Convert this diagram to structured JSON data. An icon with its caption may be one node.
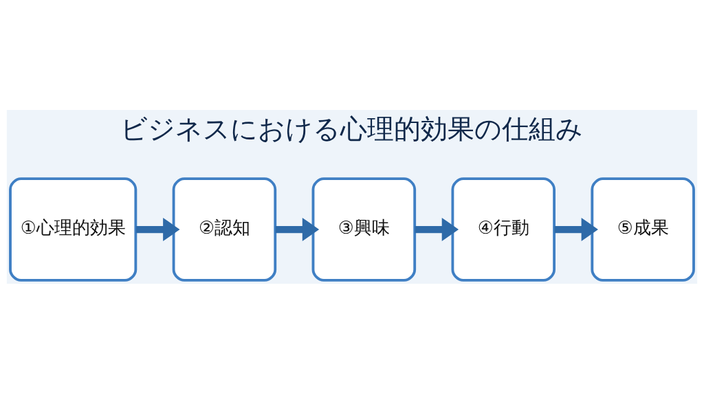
{
  "diagram": {
    "title": "ビジネスにおける心理的効果の仕組み",
    "nodes": [
      {
        "text": [
          "①心理的効果"
        ]
      },
      {
        "text": [
          "②認知"
        ]
      },
      {
        "text": [
          "③興味"
        ]
      },
      {
        "text": [
          "④行動"
        ]
      },
      {
        "text": [
          "⑤成果"
        ]
      }
    ],
    "edges": [
      {
        "from": 0,
        "to": 1,
        "arrow": "to"
      },
      {
        "from": 1,
        "to": 2,
        "arrow": "to"
      },
      {
        "from": 2,
        "to": 3,
        "arrow": "to"
      },
      {
        "from": 3,
        "to": 4,
        "arrow": "to"
      }
    ]
  }
}
